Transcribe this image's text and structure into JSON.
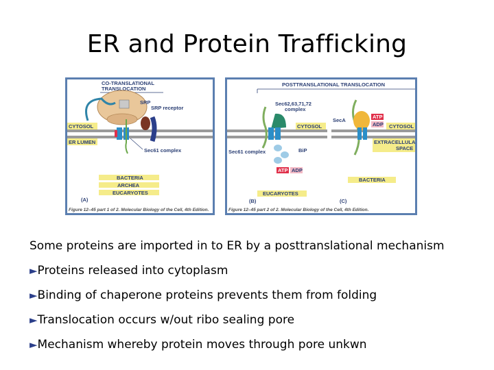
{
  "slide": {
    "title": "ER and Protein Trafficking",
    "intro": "Some proteins are imported in to ER by a posttranslational mechanism",
    "bullets": [
      "Proteins released into cytoplasm",
      "Binding of chaperone proteins prevents them from folding",
      "Translocation occurs w/out ribo sealing pore",
      "Mechanism whereby protein moves through pore unkwn"
    ],
    "bullet_icon": "right-pointing-triangle"
  },
  "figure_a": {
    "heading_1": "CO-TRANSLATIONAL",
    "heading_2": "TRANSLOCATION",
    "srp": "SRP",
    "srp_receptor": "SRP receptor",
    "cytosol": "CYTOSOL",
    "er_lumen": "ER LUMEN",
    "sec61": "Sec61 complex",
    "organisms": [
      "BACTERIA",
      "ARCHEA",
      "EUCARYOTES"
    ],
    "panel": "(A)",
    "caption": "Figure 12–45 part 1 of 2. Molecular Biology of the Cell, 4th Edition."
  },
  "figure_b": {
    "heading": "POSTTRANSLATIONAL TRANSLOCATION",
    "sec62": "Sec62,63,71,72",
    "complex": "complex",
    "cytosol": "CYTOSOL",
    "sec61": "Sec61 complex",
    "bip": "BiP",
    "atp": "ATP",
    "adp": "ADP",
    "eucaryotes": "EUCARYOTES",
    "panel_b": "(B)",
    "seca": "SecA",
    "atp_c": "ATP",
    "adp_c": "ADP",
    "cytosol_c": "CYTOSOL",
    "extracellular_1": "EXTRACELLULAR",
    "extracellular_2": "SPACE",
    "bacteria": "BACTERIA",
    "panel_c": "(C)",
    "caption": "Figure 12–45 part 2 of 2. Molecular Biology of the Cell, 4th Edition."
  },
  "colors": {
    "frame": "#5b7fb0",
    "label": "#2b3f74",
    "highlight": "#f5ec8a",
    "membrane": "#9a9a9a",
    "accent_red": "#e0304a"
  }
}
